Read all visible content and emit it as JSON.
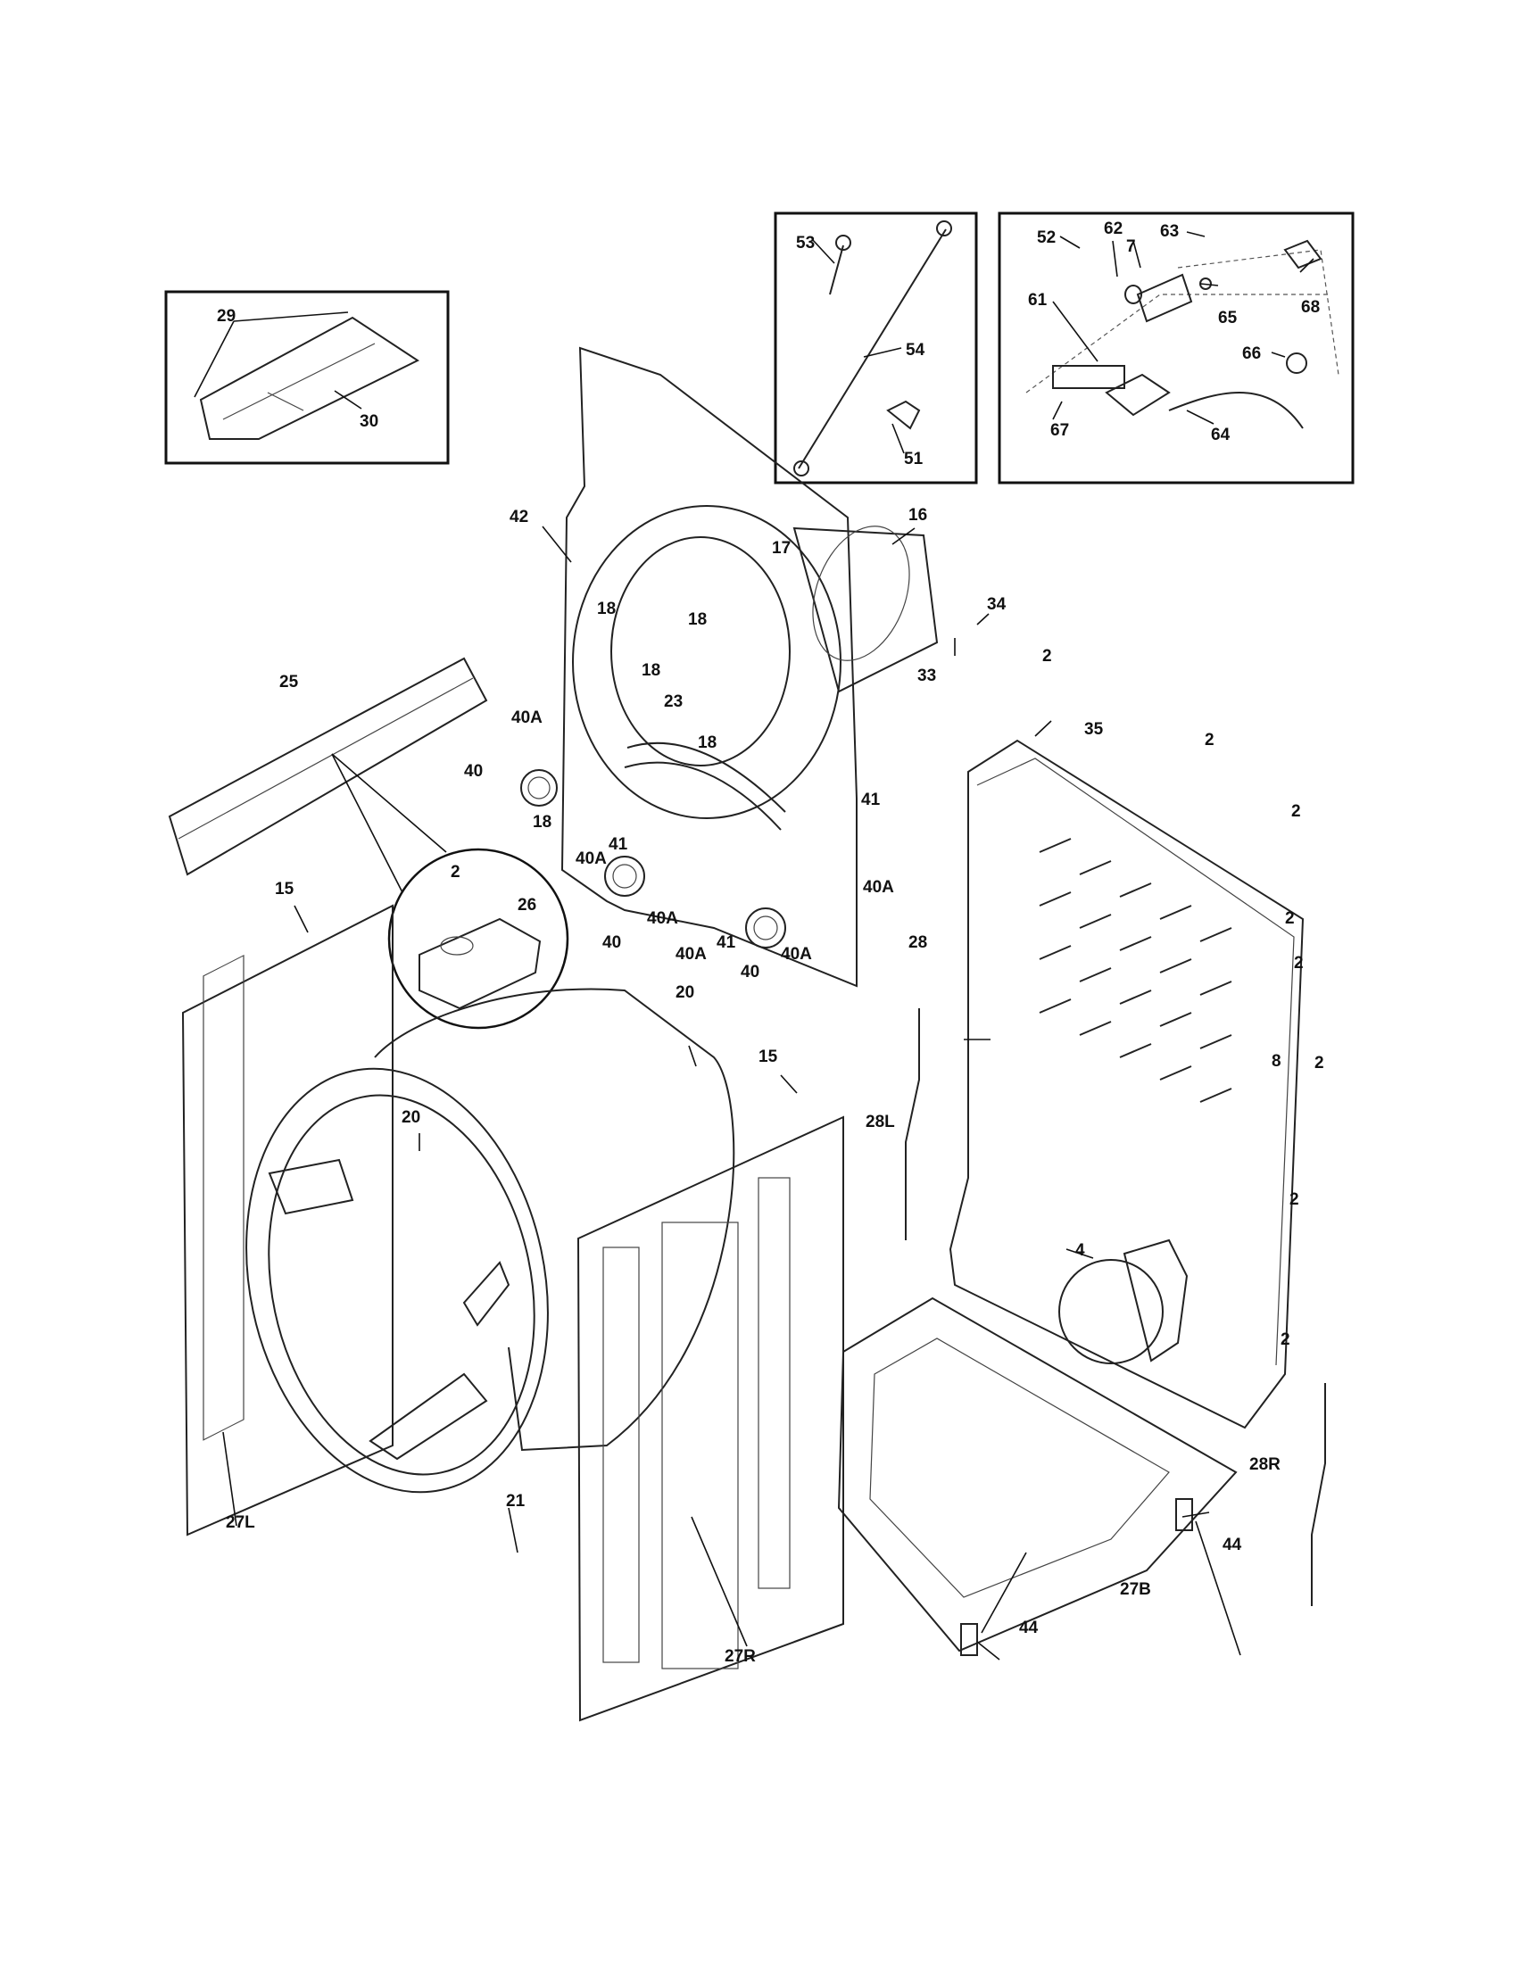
{
  "callouts": {
    "c2a": "2",
    "c2b": "2",
    "c2c": "2",
    "c2d": "2",
    "c2e": "2",
    "c2f": "2",
    "c2g": "2",
    "c2h": "2",
    "c2i": "2",
    "c4": "4",
    "c7": "7",
    "c8": "8",
    "c15a": "15",
    "c15b": "15",
    "c16": "16",
    "c17": "17",
    "c18a": "18",
    "c18b": "18",
    "c18c": "18",
    "c18d": "18",
    "c18e": "18",
    "c20a": "20",
    "c20b": "20",
    "c21": "21",
    "c23": "23",
    "c25": "25",
    "c26": "26",
    "c27L": "27L",
    "c27R": "27R",
    "c27B": "27B",
    "c28": "28",
    "c28L": "28L",
    "c28R": "28R",
    "c29": "29",
    "c30": "30",
    "c33": "33",
    "c34": "34",
    "c35": "35",
    "c40a": "40",
    "c40b": "40",
    "c40c": "40",
    "c40Aa": "40A",
    "c40Ab": "40A",
    "c40Ac": "40A",
    "c40Ad": "40A",
    "c40Ae": "40A",
    "c40Af": "40A",
    "c41a": "41",
    "c41b": "41",
    "c41c": "41",
    "c42": "42",
    "c44a": "44",
    "c44b": "44",
    "c51": "51",
    "c52": "52",
    "c53": "53",
    "c54": "54",
    "c61": "61",
    "c62": "62",
    "c63": "63",
    "c64": "64",
    "c65": "65",
    "c66": "66",
    "c67": "67",
    "c68": "68"
  }
}
